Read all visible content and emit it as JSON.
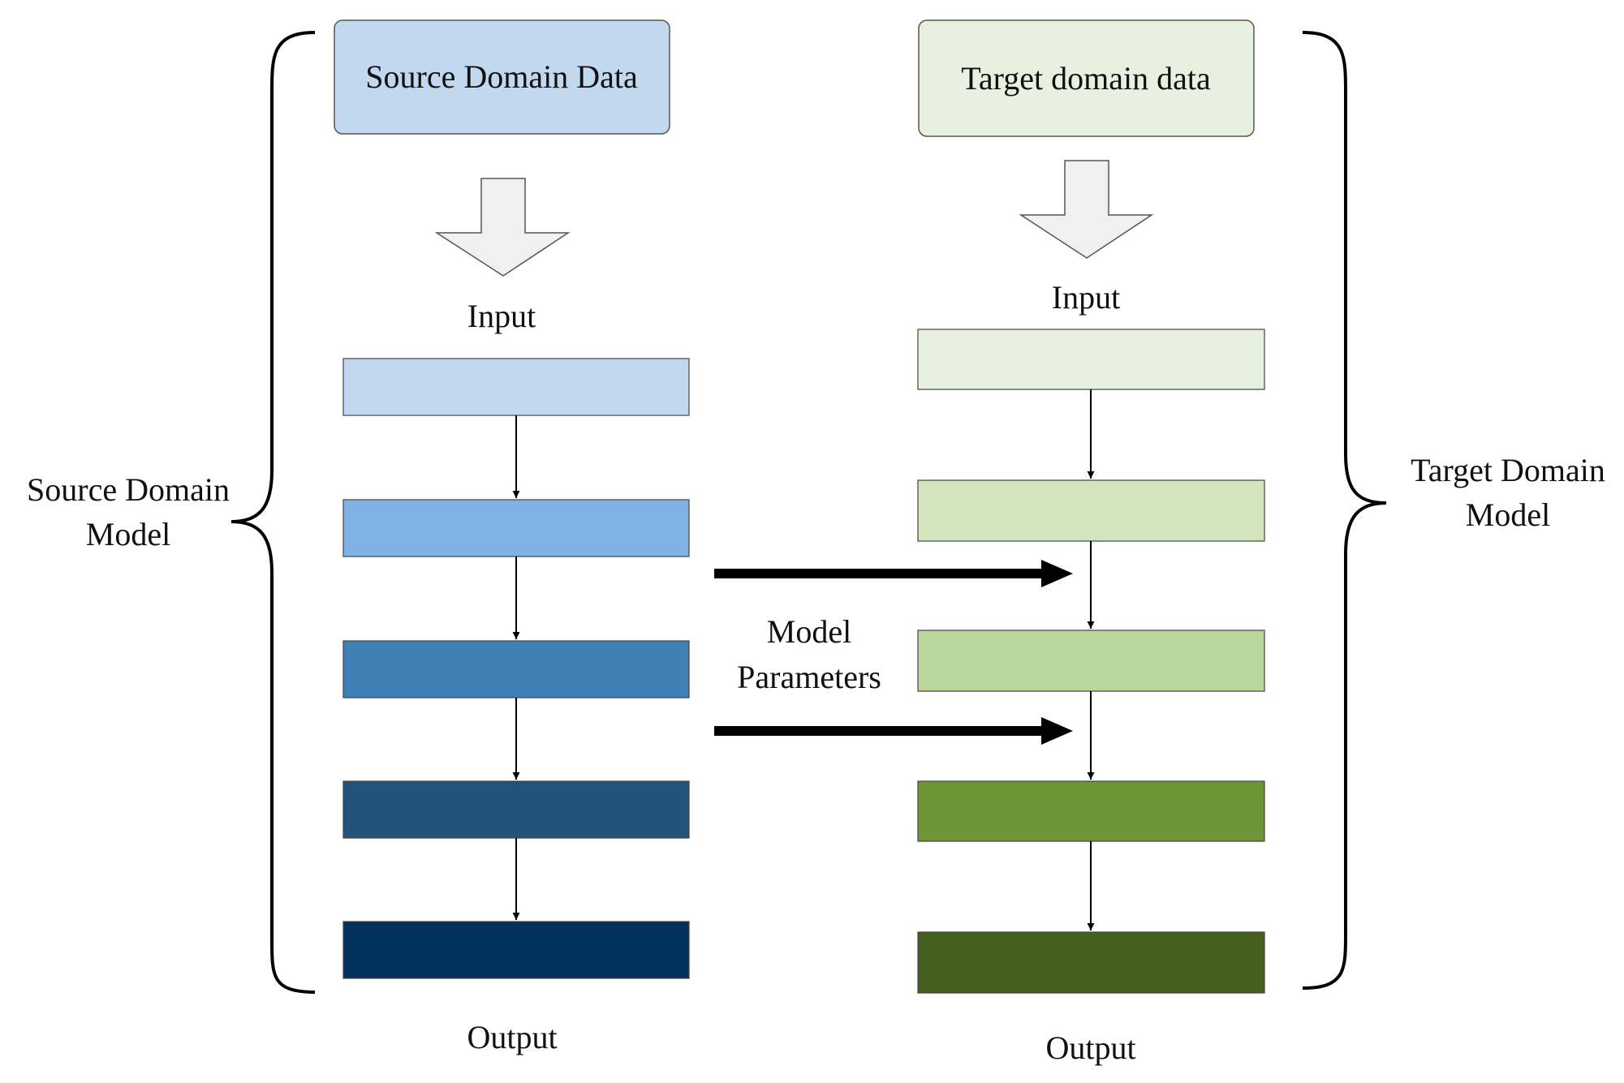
{
  "source": {
    "data_label": "Source Domain Data",
    "input_label": "Input",
    "output_label": "Output",
    "model_label_line1": "Source Domain",
    "model_label_line2": "Model",
    "data_box_color": "#c1d8ef",
    "layer_colors": [
      "#c1d8ef",
      "#7fb2e5",
      "#3f80b7",
      "#20527a",
      "#01315c"
    ]
  },
  "target": {
    "data_label": "Target domain data",
    "input_label": "Input",
    "output_label": "Output",
    "model_label_line1": "Target Domain",
    "model_label_line2": "Model",
    "data_box_color": "#e8f1df",
    "layer_colors": [
      "#e8f1df",
      "#d2e5bd",
      "#bcd79c",
      "#6d9736",
      "#455f21"
    ]
  },
  "transfer": {
    "label_line1": "Model",
    "label_line2": "Parameters"
  }
}
